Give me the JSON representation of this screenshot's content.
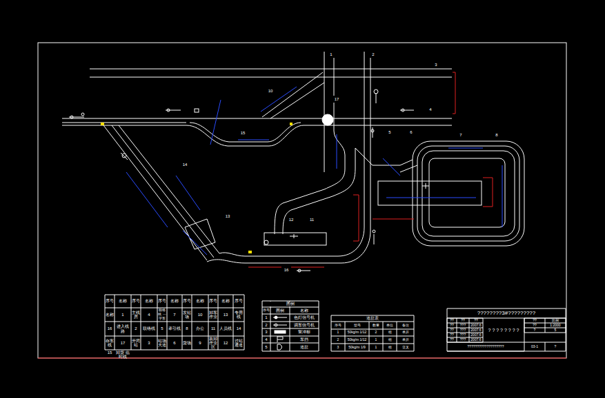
{
  "diagram": {
    "labels": [
      "1",
      "2",
      "3",
      "4",
      "5",
      "6",
      "7",
      "8",
      "10",
      "11",
      "12",
      "13",
      "14",
      "15",
      "16",
      "17",
      "序号",
      "名称",
      "序号",
      "名称",
      "序号",
      "名称",
      "序号",
      "名称",
      "序号",
      "名称",
      "序号",
      "名称",
      "1",
      "主线房",
      "4",
      "联络线 一字形",
      "7",
      "发站场",
      "10",
      "卸车作业",
      "13",
      "专用线",
      "16",
      "进入线路",
      "2",
      "联络线",
      "5",
      "牵引线",
      "8",
      "办公",
      "11",
      "人员线",
      "14",
      "存车线",
      "17",
      "开闭站",
      "3",
      "站场大道",
      "6",
      "货场",
      "9",
      "装卸作业区",
      "12",
      "过站通道",
      "15",
      "卸货 临时线",
      "图例",
      "序号",
      "图例",
      "名称",
      "1",
      "2",
      "3",
      "4",
      "5",
      "道岔表",
      "序号",
      "型号",
      "数量",
      "单位",
      "备注",
      "1",
      "50kg/m 1/12",
      "2",
      "组",
      "单开",
      "2",
      "50kg/m 1/12",
      "1",
      "组",
      "单开",
      "3",
      "50kg/m 1/9",
      "1",
      "组",
      "交叉",
      "????????3#?????????",
      "??",
      "??",
      "??",
      "??",
      "???",
      "2007.6",
      "??",
      "???",
      "2007.6",
      "??",
      "???",
      "2007.6",
      "??",
      "???",
      "2007.6",
      "? ? ? ? ? ? ? ?",
      "???????????????????",
      "??",
      "比例",
      "??",
      "1:2000",
      "?",
      "5",
      "03-1",
      "?"
    ],
    "legend": [
      {
        "text": "色灯信号机"
      },
      {
        "text": "调车信号机"
      },
      {
        "text": "警冲标"
      },
      {
        "text": "车挡"
      },
      {
        "text": "道岔"
      }
    ]
  }
}
